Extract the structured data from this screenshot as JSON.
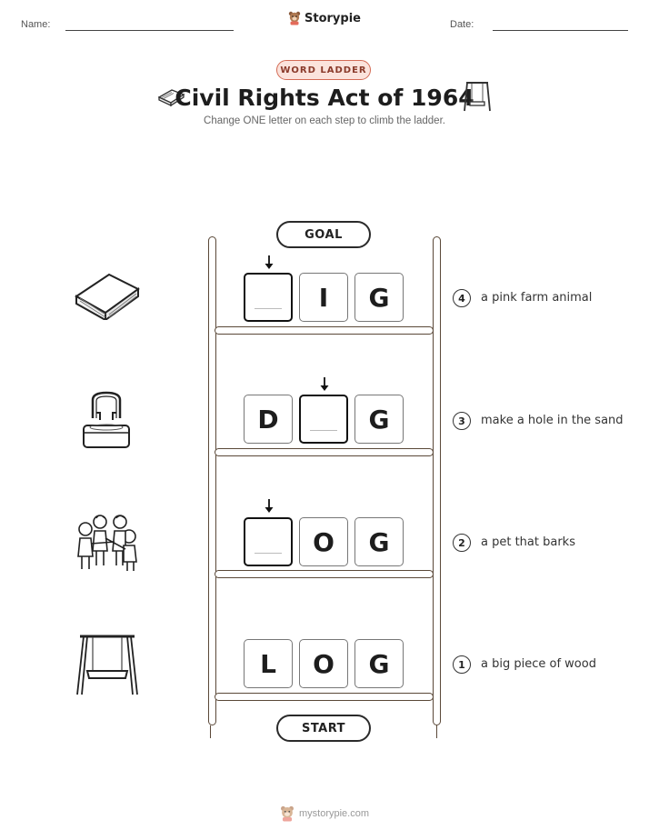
{
  "header": {
    "name_label": "Name:",
    "date_label": "Date:",
    "brand": "Storypie",
    "badge": "WORD LADDER",
    "title": "Civil Rights Act of 1964",
    "subtitle": "Change ONE letter on each step to climb the ladder."
  },
  "ladder": {
    "goal_label": "GOAL",
    "start_label": "START",
    "steps": [
      {
        "number": "4",
        "clue": "a pink farm animal",
        "letters": [
          "",
          "I",
          "G"
        ],
        "blank_index": 0,
        "picture_icon": "book-icon"
      },
      {
        "number": "3",
        "clue": "make a hole in the sand",
        "letters": [
          "D",
          "",
          "G"
        ],
        "blank_index": 1,
        "picture_icon": "water-fountain-icon"
      },
      {
        "number": "2",
        "clue": "a pet that barks",
        "letters": [
          "",
          "O",
          "G"
        ],
        "blank_index": 0,
        "picture_icon": "children-group-icon"
      },
      {
        "number": "1",
        "clue": "a big piece of wood",
        "letters": [
          "L",
          "O",
          "G"
        ],
        "blank_index": null,
        "picture_icon": "swing-icon"
      }
    ]
  },
  "footer": {
    "site": "mystorypie.com"
  },
  "colors": {
    "accent_border": "#d36b55",
    "accent_fill": "#fbe3dc",
    "ladder_wood": "#5a4838"
  }
}
